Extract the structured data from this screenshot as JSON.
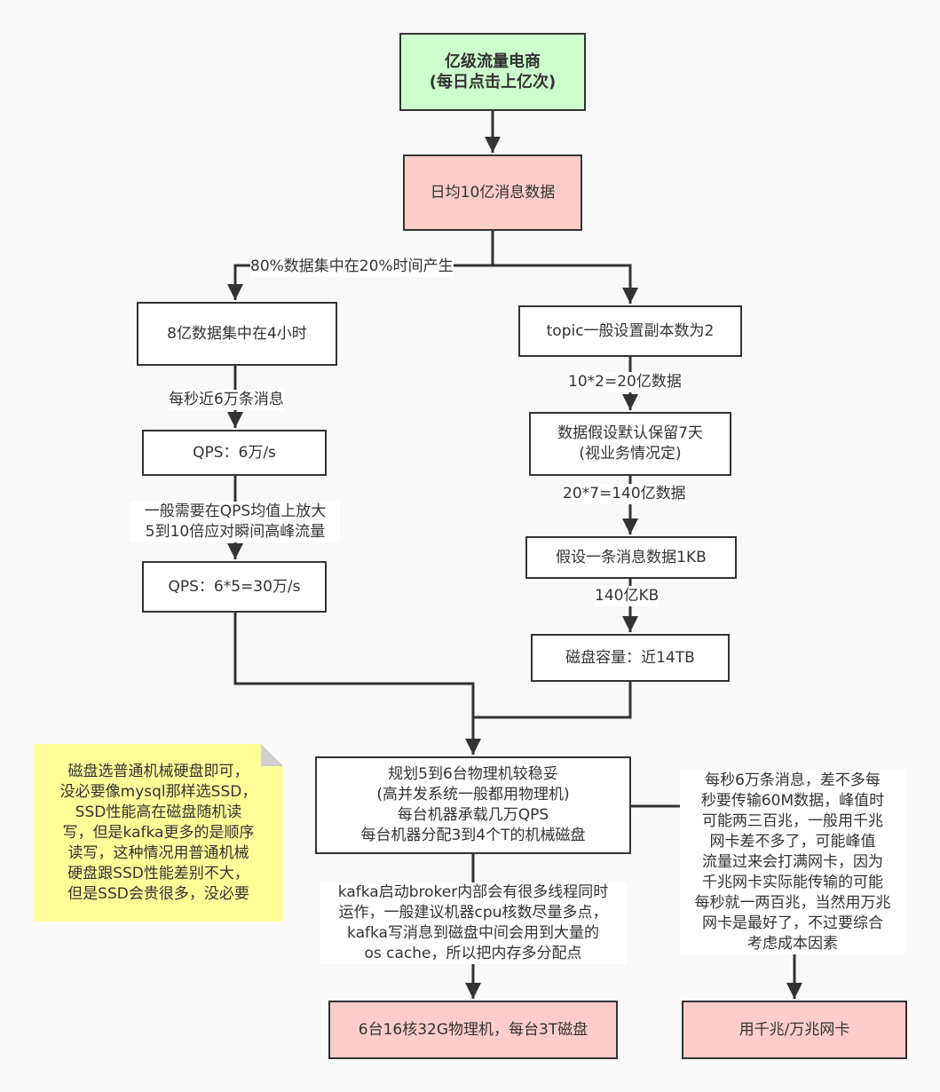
{
  "nodes": {
    "top": [
      "亿级流量电商",
      "(每日点击上亿次)"
    ],
    "daily": "日均10亿消息数据",
    "peak_8e": "8亿数据集中在4小时",
    "qps": "QPS：6万/s",
    "qps_peak": "QPS：6*5=30万/s",
    "topic": "topic一般设置副本数为2",
    "retain": [
      "数据假设默认保留7天",
      "(视业务情况定)"
    ],
    "msgsize": "假设一条消息数据1KB",
    "disk": "磁盘容量：近14TB",
    "plan": [
      "规划5到6台物理机较稳妥",
      "(高并发系统一般都用物理机)",
      "每台机器承载几万QPS",
      "每台机器分配3到4个T的机械磁盘"
    ],
    "result": "6台16核32G物理机，每台3T磁盘",
    "nic": "用千兆/万兆网卡"
  },
  "labels": {
    "split": "80%数据集中在20%时间产生",
    "per_sec": "每秒近6万条消息",
    "amplify": [
      "一般需要在QPS均值上放大",
      "5到10倍应对瞬间高峰流量"
    ],
    "replica": "10*2=20亿数据",
    "days": "20*7=140亿数据",
    "kb": "140亿KB",
    "broker": [
      "kafka启动broker内部会有很多线程同时",
      "运作，一般建议机器cpu核数尽量多点，",
      "kafka写消息到磁盘中间会用到大量的",
      "os cache，所以把内存多分配点"
    ],
    "network": [
      "每秒6万条消息，差不多每",
      "秒要传输60M数据，峰值时",
      "可能两三百兆，一般用千兆",
      "网卡差不多了，可能峰值",
      "流量过来会打满网卡，因为",
      "千兆网卡实际能传输的可能",
      "每秒就一两百兆，当然用万兆",
      "网卡是最好了，不过要综合",
      "考虑成本因素"
    ]
  },
  "note": [
    "磁盘选普通机械硬盘即可，",
    "没必要像mysql那样选SSD，",
    "SSD性能高在磁盘随机读",
    "写，但是kafka更多的是顺序",
    "读写，这种情况用普通机械",
    "硬盘跟SSD性能差别不大，",
    "但是SSD会贵很多，没必要"
  ],
  "colors": {
    "top_fill": "#ccffcc",
    "emphasis_fill": "#ffcccc",
    "note_fill": "#ffff99",
    "stroke": "#333333"
  }
}
